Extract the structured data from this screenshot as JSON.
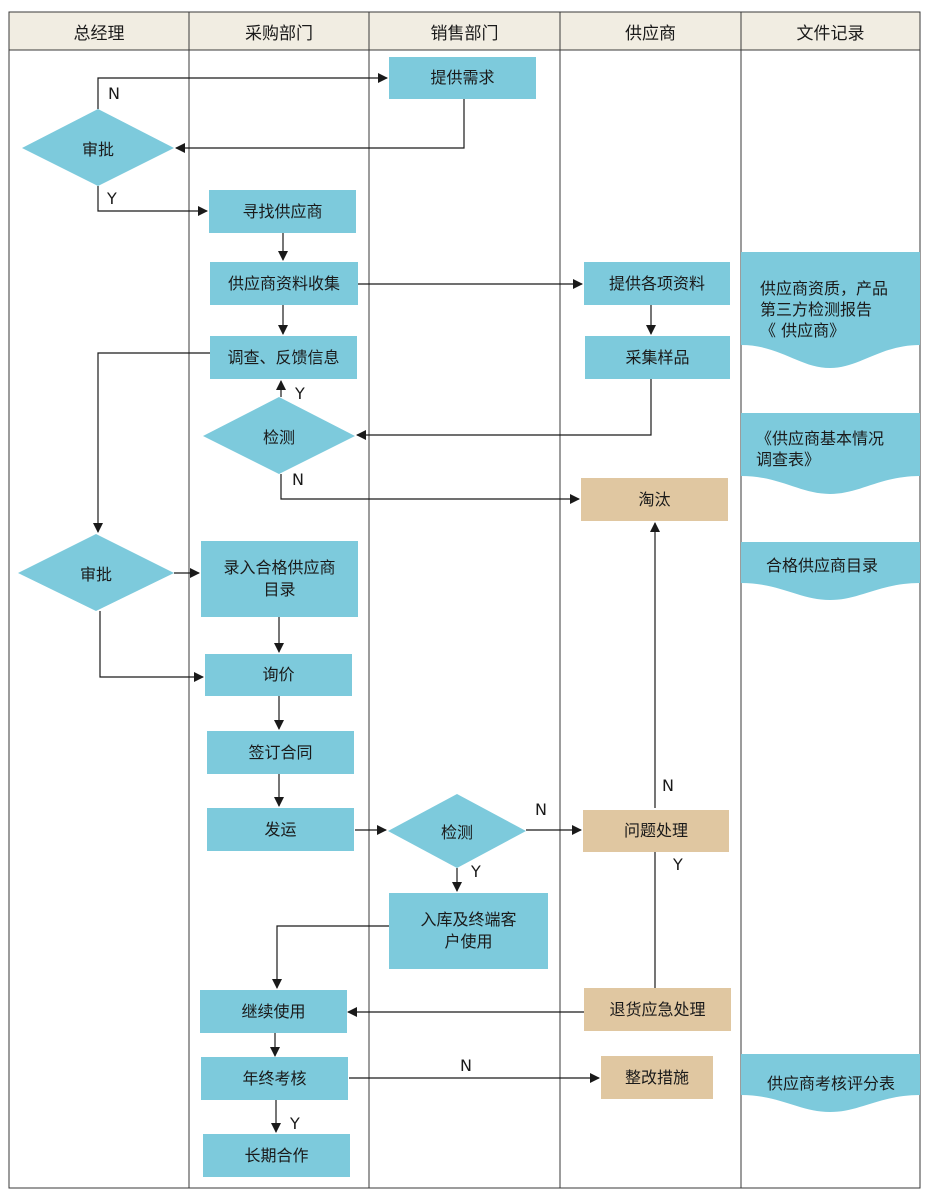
{
  "lanes": [
    "总经理",
    "采购部门",
    "销售部门",
    "供应商",
    "文件记录"
  ],
  "nodes": {
    "provide_demand": "提供需求",
    "approve_1": "审批",
    "find_supplier": "寻找供应商",
    "collect_info": "供应商资料收集",
    "provide_materials": "提供各项资料",
    "survey_feedback": "调查、反馈信息",
    "collect_samples": "采集样品",
    "inspect_1": "检测",
    "eliminate": "淘汰",
    "approve_2": "审批",
    "enter_list": "录入合格供应商目录",
    "inquiry": "询价",
    "sign_contract": "签订合同",
    "ship": "发运",
    "inspect_2": "检测",
    "issue_handling": "问题处理",
    "warehousing": "入库及终端客户使用",
    "continue_use": "继续使用",
    "return_handling": "退货应急处理",
    "annual_review": "年终考核",
    "rectify": "整改措施",
    "long_term": "长期合作"
  },
  "edge_labels": {
    "approve1_no": "N",
    "approve1_yes": "Y",
    "inspect1_yes": "Y",
    "inspect1_no": "N",
    "inspect2_no": "N",
    "inspect2_yes": "Y",
    "issue_no": "N",
    "issue_yes": "Y",
    "review_no": "N",
    "review_yes": "Y"
  },
  "documents": {
    "doc1_line1": "供应商资质，产品",
    "doc1_line2": "第三方检测报告",
    "doc1_line3": "《 供应商》",
    "doc2_line1": "《供应商基本情况",
    "doc2_line2": "调查表》",
    "doc3": "合格供应商目录",
    "doc4": "供应商考核评分表"
  },
  "colors": {
    "process": "#7dcadc",
    "exception": "#e0c7a1",
    "header_bg": "#f1ede2",
    "line": "#1a1a1a"
  }
}
